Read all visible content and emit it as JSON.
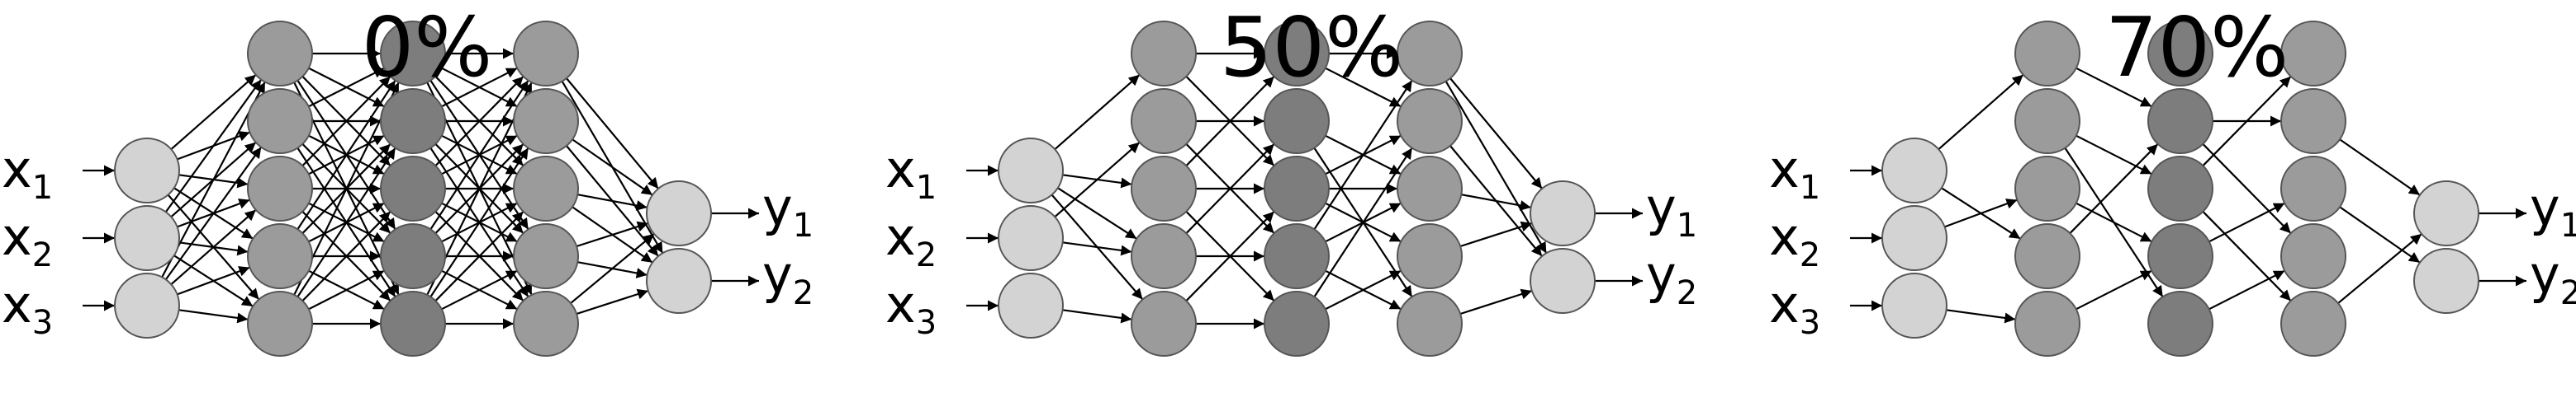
{
  "colors": {
    "input": "#d3d3d3",
    "hidden_1": "#9b9b9b",
    "hidden_2": "#7d7d7d",
    "hidden_3": "#9b9b9b",
    "output": "#d3d3d3",
    "node_stroke": "#555555",
    "edge": "#000000"
  },
  "inputs": [
    {
      "base": "x",
      "sub": "1"
    },
    {
      "base": "x",
      "sub": "2"
    },
    {
      "base": "x",
      "sub": "3"
    }
  ],
  "outputs": [
    {
      "base": "y",
      "sub": "1"
    },
    {
      "base": "y",
      "sub": "2"
    }
  ],
  "layer_sizes": [
    3,
    5,
    5,
    5,
    2
  ],
  "networks": [
    {
      "title": "0%",
      "connections": [
        [
          [
            0,
            0
          ],
          [
            0,
            1
          ],
          [
            0,
            2
          ],
          [
            0,
            3
          ],
          [
            0,
            4
          ],
          [
            1,
            0
          ],
          [
            1,
            1
          ],
          [
            1,
            2
          ],
          [
            1,
            3
          ],
          [
            1,
            4
          ],
          [
            2,
            0
          ],
          [
            2,
            1
          ],
          [
            2,
            2
          ],
          [
            2,
            3
          ],
          [
            2,
            4
          ]
        ],
        [
          [
            0,
            0
          ],
          [
            0,
            1
          ],
          [
            0,
            2
          ],
          [
            0,
            3
          ],
          [
            0,
            4
          ],
          [
            1,
            0
          ],
          [
            1,
            1
          ],
          [
            1,
            2
          ],
          [
            1,
            3
          ],
          [
            1,
            4
          ],
          [
            2,
            0
          ],
          [
            2,
            1
          ],
          [
            2,
            2
          ],
          [
            2,
            3
          ],
          [
            2,
            4
          ],
          [
            3,
            0
          ],
          [
            3,
            1
          ],
          [
            3,
            2
          ],
          [
            3,
            3
          ],
          [
            3,
            4
          ],
          [
            4,
            0
          ],
          [
            4,
            1
          ],
          [
            4,
            2
          ],
          [
            4,
            3
          ],
          [
            4,
            4
          ]
        ],
        [
          [
            0,
            0
          ],
          [
            0,
            1
          ],
          [
            0,
            2
          ],
          [
            0,
            3
          ],
          [
            0,
            4
          ],
          [
            1,
            0
          ],
          [
            1,
            1
          ],
          [
            1,
            2
          ],
          [
            1,
            3
          ],
          [
            1,
            4
          ],
          [
            2,
            0
          ],
          [
            2,
            1
          ],
          [
            2,
            2
          ],
          [
            2,
            3
          ],
          [
            2,
            4
          ],
          [
            3,
            0
          ],
          [
            3,
            1
          ],
          [
            3,
            2
          ],
          [
            3,
            3
          ],
          [
            3,
            4
          ],
          [
            4,
            0
          ],
          [
            4,
            1
          ],
          [
            4,
            2
          ],
          [
            4,
            3
          ],
          [
            4,
            4
          ]
        ],
        [
          [
            0,
            0
          ],
          [
            0,
            1
          ],
          [
            1,
            0
          ],
          [
            1,
            1
          ],
          [
            2,
            0
          ],
          [
            2,
            1
          ],
          [
            3,
            0
          ],
          [
            3,
            1
          ],
          [
            4,
            0
          ],
          [
            4,
            1
          ]
        ]
      ]
    },
    {
      "title": "50%",
      "connections": [
        [
          [
            0,
            0
          ],
          [
            0,
            2
          ],
          [
            0,
            3
          ],
          [
            0,
            4
          ],
          [
            1,
            1
          ],
          [
            1,
            3
          ],
          [
            2,
            4
          ]
        ],
        [
          [
            0,
            0
          ],
          [
            0,
            2
          ],
          [
            1,
            1
          ],
          [
            1,
            3
          ],
          [
            2,
            0
          ],
          [
            2,
            2
          ],
          [
            2,
            4
          ],
          [
            3,
            1
          ],
          [
            3,
            3
          ],
          [
            4,
            2
          ],
          [
            4,
            4
          ]
        ],
        [
          [
            0,
            0
          ],
          [
            1,
            2
          ],
          [
            1,
            4
          ],
          [
            2,
            1
          ],
          [
            2,
            3
          ],
          [
            3,
            0
          ],
          [
            3,
            2
          ],
          [
            4,
            1
          ],
          [
            4,
            3
          ],
          [
            2,
            2
          ],
          [
            3,
            4
          ],
          [
            0,
            1
          ]
        ],
        [
          [
            0,
            0
          ],
          [
            0,
            1
          ],
          [
            1,
            1
          ],
          [
            2,
            0
          ],
          [
            3,
            0
          ],
          [
            4,
            1
          ]
        ]
      ]
    },
    {
      "title": "70%",
      "connections": [
        [
          [
            0,
            0
          ],
          [
            0,
            3
          ],
          [
            1,
            2
          ],
          [
            2,
            4
          ]
        ],
        [
          [
            0,
            1
          ],
          [
            1,
            2
          ],
          [
            2,
            3
          ],
          [
            3,
            1
          ],
          [
            4,
            3
          ],
          [
            1,
            4
          ]
        ],
        [
          [
            1,
            1
          ],
          [
            2,
            0
          ],
          [
            2,
            4
          ],
          [
            3,
            2
          ],
          [
            4,
            3
          ],
          [
            1,
            3
          ]
        ],
        [
          [
            1,
            0
          ],
          [
            2,
            1
          ],
          [
            4,
            0
          ]
        ]
      ]
    }
  ]
}
